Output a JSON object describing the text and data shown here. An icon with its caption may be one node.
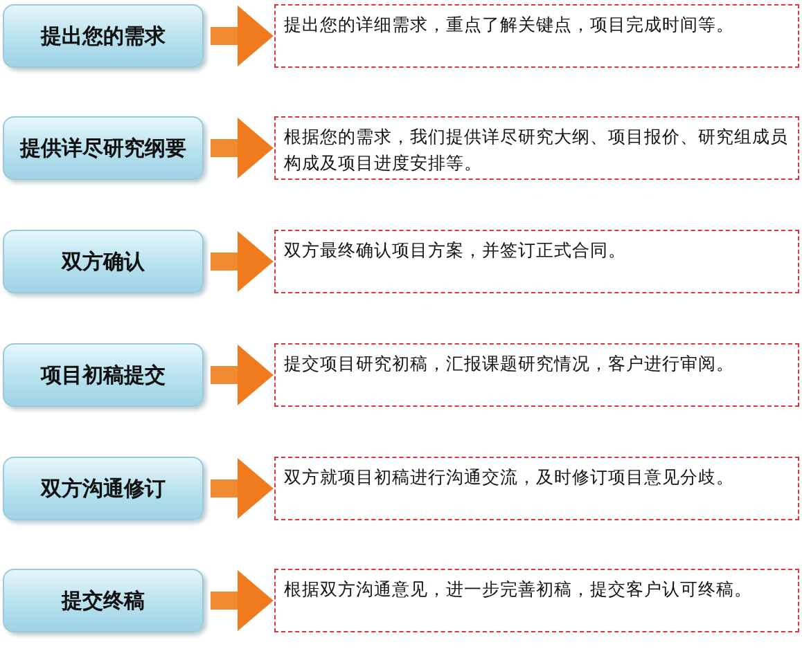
{
  "diagram": {
    "nodes": [
      {
        "text": [
          "提出您的需求"
        ]
      },
      {
        "text": [
          "提出您的详细需求，重点了解关键点，项目完成时间等。"
        ]
      },
      {
        "text": [
          "提供详尽研究纲要"
        ]
      },
      {
        "text": [
          "根据您的需求，我们提供详尽研究大纲、项目报价、研究组成员构成及项目进度安排等。"
        ]
      },
      {
        "text": [
          "双方确认"
        ]
      },
      {
        "text": [
          "双方最终确认项目方案，并签订正式合同。"
        ]
      },
      {
        "text": [
          "项目初稿提交"
        ]
      },
      {
        "text": [
          "提交项目研究初稿，汇报课题研究情况，客户进行审阅。"
        ]
      },
      {
        "text": [
          "双方沟通修订"
        ]
      },
      {
        "text": [
          "双方就项目初稿进行沟通交流，及时修订项目意见分歧。"
        ]
      },
      {
        "text": [
          "提交终稿"
        ]
      },
      {
        "text": [
          "根据双方沟通意见，进一步完善初稿，提交客户认可终稿。"
        ]
      }
    ],
    "edges": [
      {
        "from": 0,
        "to": 1,
        "arrow": "to"
      },
      {
        "from": 2,
        "to": 3,
        "arrow": "to"
      },
      {
        "from": 4,
        "to": 5,
        "arrow": "to"
      },
      {
        "from": 6,
        "to": 7,
        "arrow": "to"
      },
      {
        "from": 8,
        "to": 9,
        "arrow": "to"
      },
      {
        "from": 10,
        "to": 11,
        "arrow": "to"
      }
    ]
  }
}
